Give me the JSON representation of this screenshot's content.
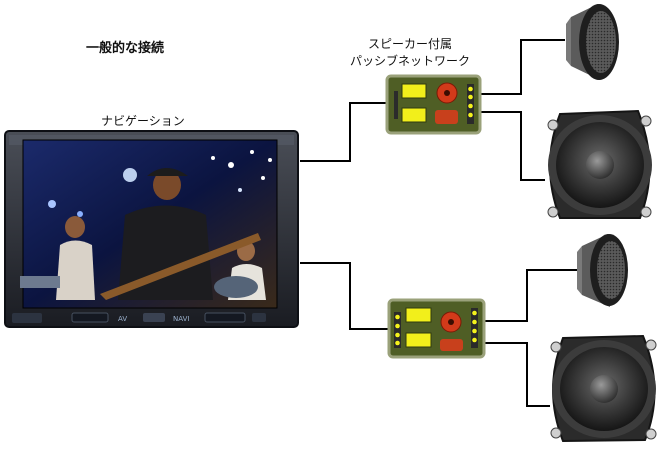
{
  "diagram": {
    "title": "一般的な接続",
    "navigation_label": "ナビゲーション",
    "crossover_label_line1": "スピーカー付属",
    "crossover_label_line2": "パッシブネットワーク",
    "navigation_buttons": [
      "AV",
      "NAVI"
    ]
  },
  "colors": {
    "wire": "#000000",
    "board": "#4f5e25",
    "board_border": "#9aa17a",
    "capacitor": "#f2ef1b",
    "resistor": "#c8401c",
    "coil": "#d23a1a",
    "terminal": "#f4f21c"
  },
  "icons": [
    "navigation-unit-icon",
    "crossover-board-icon",
    "tweeter-icon",
    "woofer-icon"
  ]
}
